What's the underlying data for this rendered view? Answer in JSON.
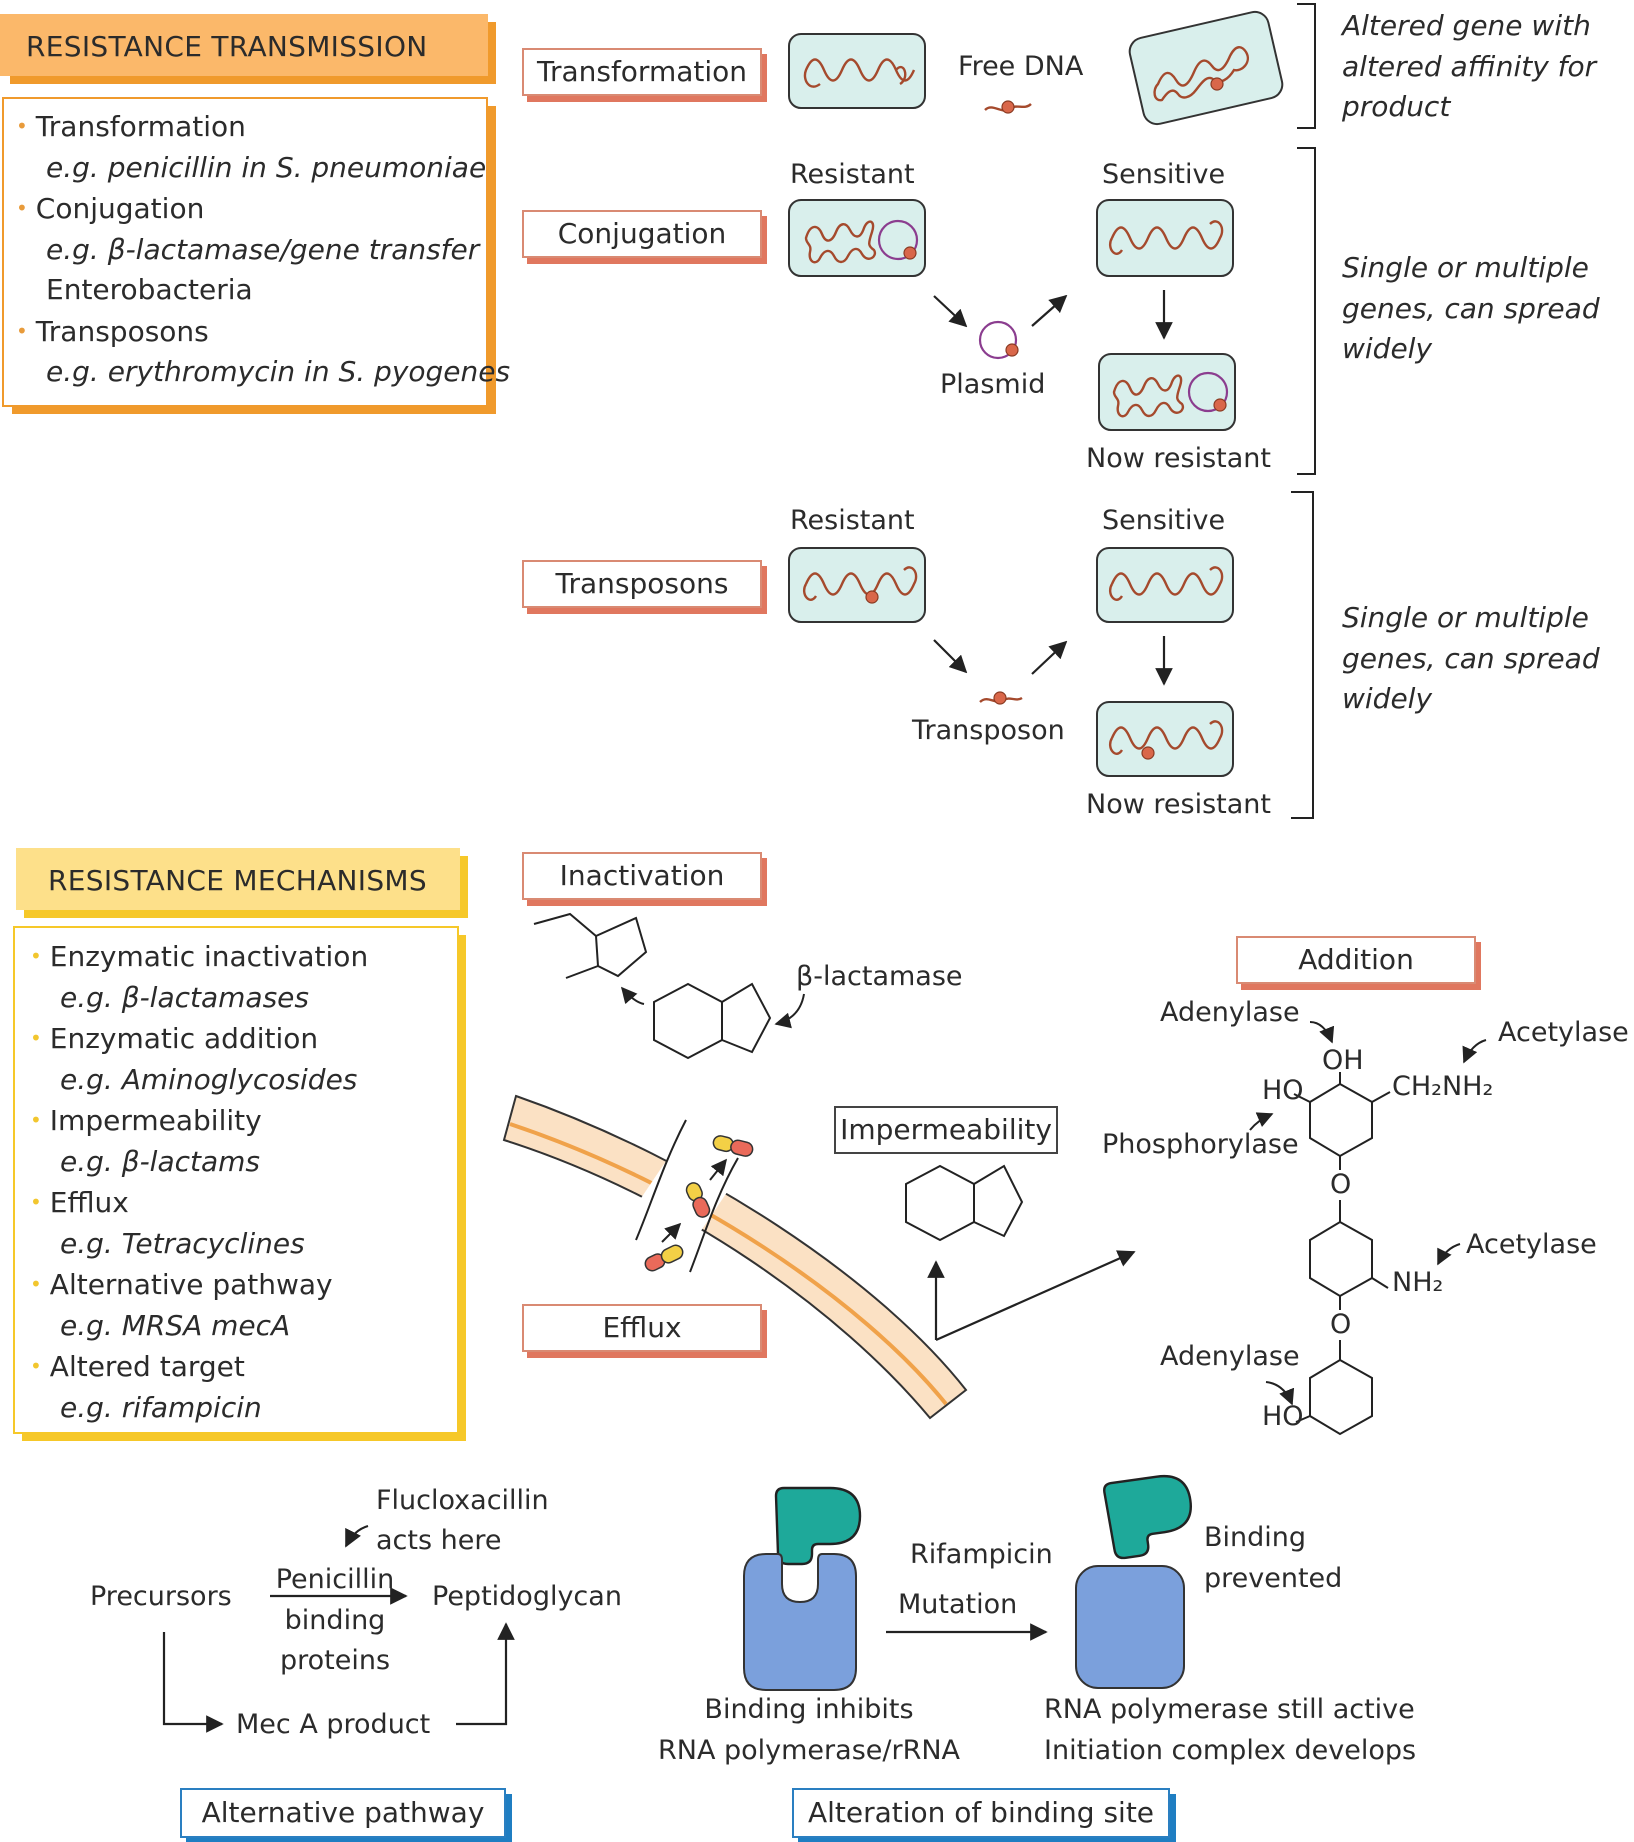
{
  "transmission": {
    "title": "RESISTANCE TRANSMISSION",
    "items": [
      {
        "name": "Transformation",
        "example_prefix": "e.g. penicillin in ",
        "example_org": "S. pneumoniae"
      },
      {
        "name": "Conjugation",
        "example_line1": "e.g. β-lactamase/gene transfer",
        "example_line2": "Enterobacteria"
      },
      {
        "name": "Transposons",
        "example_prefix": "e.g. erythromycin in ",
        "example_org": "S. pyogenes"
      }
    ]
  },
  "transformation": {
    "label": "Transformation",
    "free_dna": "Free DNA",
    "note": [
      "Altered gene with",
      "altered affinity for",
      "product"
    ]
  },
  "conjugation": {
    "label": "Conjugation",
    "resistant": "Resistant",
    "sensitive": "Sensitive",
    "plasmid": "Plasmid",
    "now_resistant": "Now resistant",
    "note": [
      "Single or multiple",
      "genes, can spread",
      "widely"
    ]
  },
  "transposons": {
    "label": "Transposons",
    "resistant": "Resistant",
    "sensitive": "Sensitive",
    "transposon": "Transposon",
    "now_resistant": "Now resistant",
    "note": [
      "Single or multiple",
      "genes, can spread",
      "widely"
    ]
  },
  "mechanisms": {
    "title": "RESISTANCE MECHANISMS",
    "items": [
      {
        "name": "Enzymatic inactivation",
        "example": "e.g. β-lactamases"
      },
      {
        "name": "Enzymatic addition",
        "example": "e.g. Aminoglycosides"
      },
      {
        "name": "Impermeability",
        "example": "e.g. β-lactams"
      },
      {
        "name": "Efflux",
        "example": "e.g. Tetracyclines"
      },
      {
        "name": "Alternative pathway",
        "example": "e.g. MRSA mecA"
      },
      {
        "name": "Altered target",
        "example": "e.g. rifampicin"
      }
    ]
  },
  "inactivation": {
    "label": "Inactivation",
    "enzyme": "β-lactamase"
  },
  "impermeability": {
    "label": "Impermeability"
  },
  "efflux": {
    "label": "Efflux"
  },
  "addition": {
    "label": "Addition",
    "adenylase_top": "Adenylase",
    "acetylase_top": "Acetylase",
    "phosphorylase": "Phosphorylase",
    "acetylase_mid": "Acetylase",
    "adenylase_bottom": "Adenylase",
    "oh": "OH",
    "ho_top": "HO",
    "ch2nh2": "CH₂NH₂",
    "o1": "O",
    "nh2": "NH₂",
    "o2": "O",
    "ho_bottom": "HO"
  },
  "alternative": {
    "label": "Alternative pathway",
    "flucloxacillin": "Flucloxacillin",
    "acts_here": "acts here",
    "precursors": "Precursors",
    "pbp": [
      "Penicillin",
      "binding",
      "proteins"
    ],
    "peptidoglycan": "Peptidoglycan",
    "meca": "Mec A product"
  },
  "binding_site": {
    "label": "Alteration of binding site",
    "rifampicin": "Rifampicin",
    "mutation": "Mutation",
    "binding_prevented": [
      "Binding",
      "prevented"
    ],
    "left_caption": [
      "Binding inhibits",
      "RNA polymerase/rRNA"
    ],
    "right_caption": [
      "RNA polymerase still active",
      "Initiation complex develops"
    ]
  },
  "colors": {
    "orange_header": "#fbb86a",
    "orange_border": "#f09a2c",
    "yellow_header": "#fde08a",
    "yellow_border": "#f6c829",
    "cell_fill": "#d9efec",
    "dna": "#a54a2d",
    "gene_dot": "#d9674a",
    "plasmid": "#8b3d8f",
    "label_shadow": "#e0775f",
    "membrane": "#fbe1c4",
    "blue_box": "#1f7ec2",
    "polymerase": "#7ba0dc",
    "rifampicin": "#1ea99a"
  }
}
